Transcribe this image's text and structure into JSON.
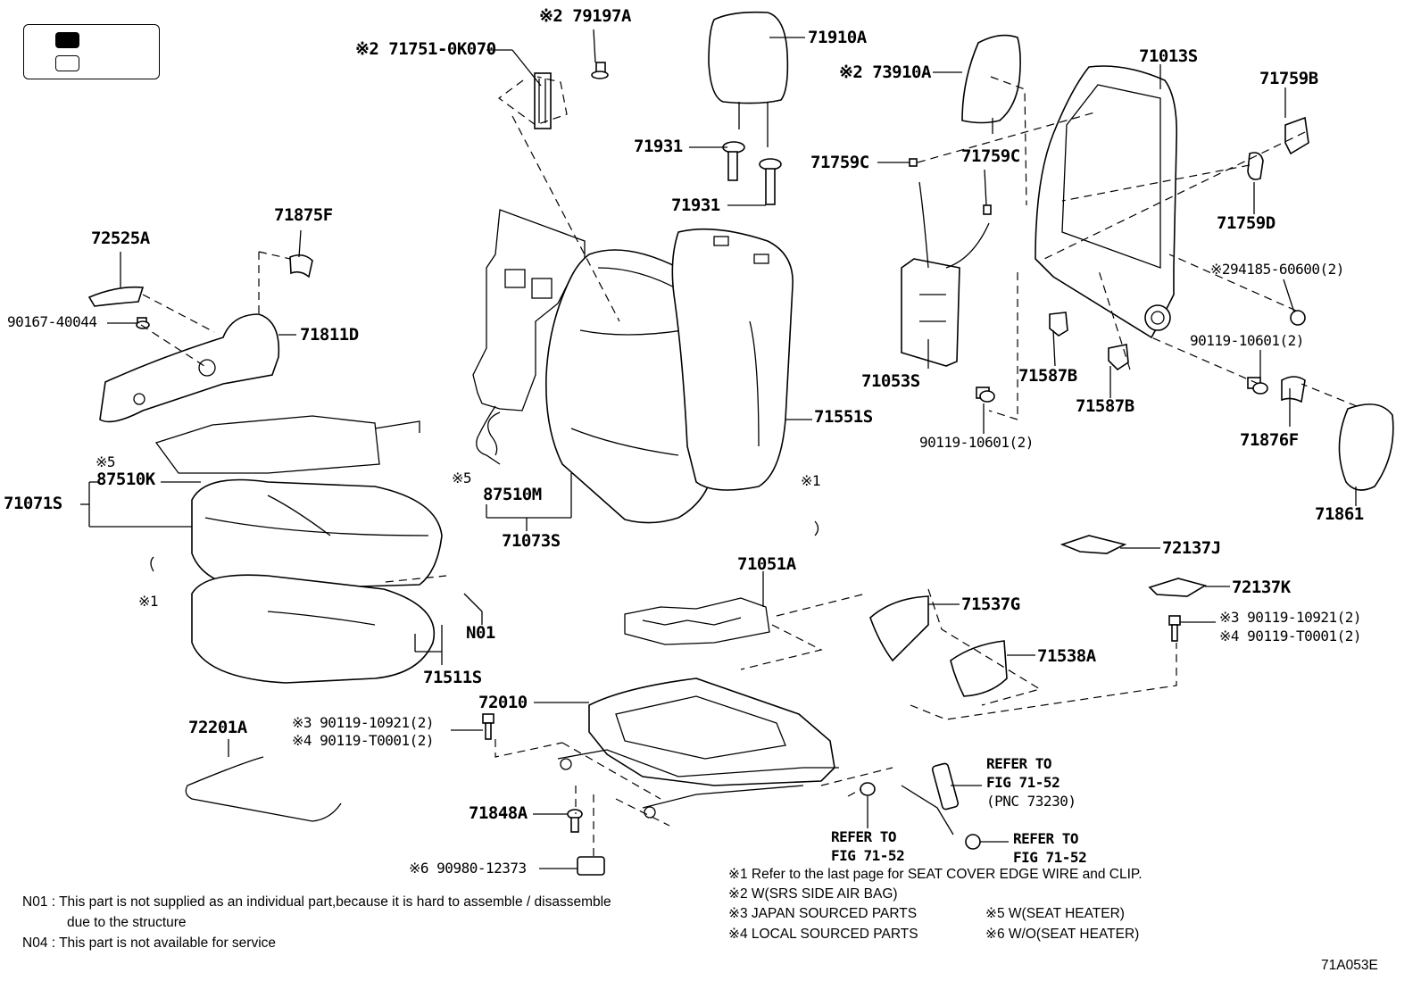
{
  "figure_code": "71A053E",
  "legend": {
    "filled_key": "",
    "outline_key": ""
  },
  "labels": {
    "p79197A": "※2 79197A",
    "p71751": "※2 71751-0K070",
    "p71910A": "71910A",
    "p73910A": "※2 73910A",
    "p71013S": "71013S",
    "p71759B": "71759B",
    "p71931a": "71931",
    "p71931b": "71931",
    "p71759C_1": "71759C",
    "p71759C_2": "71759C",
    "p71759D": "71759D",
    "p294185": "※294185-60600(2)",
    "p72525A": "72525A",
    "p71875F": "71875F",
    "p90167": "90167-40044",
    "p71811D": "71811D",
    "p71053S": "71053S",
    "p71587B_1": "71587B",
    "p71587B_2": "71587B",
    "p90119_10601_r": "90119-10601(2)",
    "p90119_10601_c": "90119-10601(2)",
    "p71876F": "71876F",
    "p71861": "71861",
    "p71551S": "71551S",
    "p87510K_note": "※5",
    "p87510K": "87510K",
    "p71071S": "71071S",
    "p87510M_note": "※5",
    "p87510M": "87510M",
    "p71073S": "71073S",
    "p_note1_right": "※1",
    "p_note1_left": "※1",
    "p72137J": "72137J",
    "p72137K": "72137K",
    "p71051A": "71051A",
    "p71537G": "71537G",
    "p71538A": "71538A",
    "p90119_10921_r": "※3 90119-10921(2)",
    "p90119_T0001_r": "※4 90119-T0001(2)",
    "pN01": "N01",
    "p71511S": "71511S",
    "p72010": "72010",
    "p72201A": "72201A",
    "p90119_10921_l": "※3 90119-10921(2)",
    "p90119_T0001_l": "※4 90119-T0001(2)",
    "p71848A": "71848A",
    "p90980": "※6 90980-12373",
    "ref1a": "REFER TO",
    "ref1b": "FIG 71-52",
    "ref1c": "(PNC 73230)",
    "ref2a": "REFER TO",
    "ref2b": "FIG 71-52",
    "ref3a": "REFER TO",
    "ref3b": "FIG 71-52"
  },
  "notes": {
    "n01_a": "N01 : This part is not supplied as an individual part,because it is hard to assemble / disassemble",
    "n01_b": "due to the structure",
    "n04": "N04 : This part is not available for service",
    "s1": "※1   Refer to the last page for SEAT COVER EDGE WIRE and CLIP.",
    "s2": "※2  W(SRS SIDE AIR BAG)",
    "s3": "※3  JAPAN SOURCED PARTS",
    "s4": "※4  LOCAL SOURCED PARTS",
    "s5": "※5  W(SEAT HEATER)",
    "s6": "※6  W/O(SEAT HEATER)"
  }
}
